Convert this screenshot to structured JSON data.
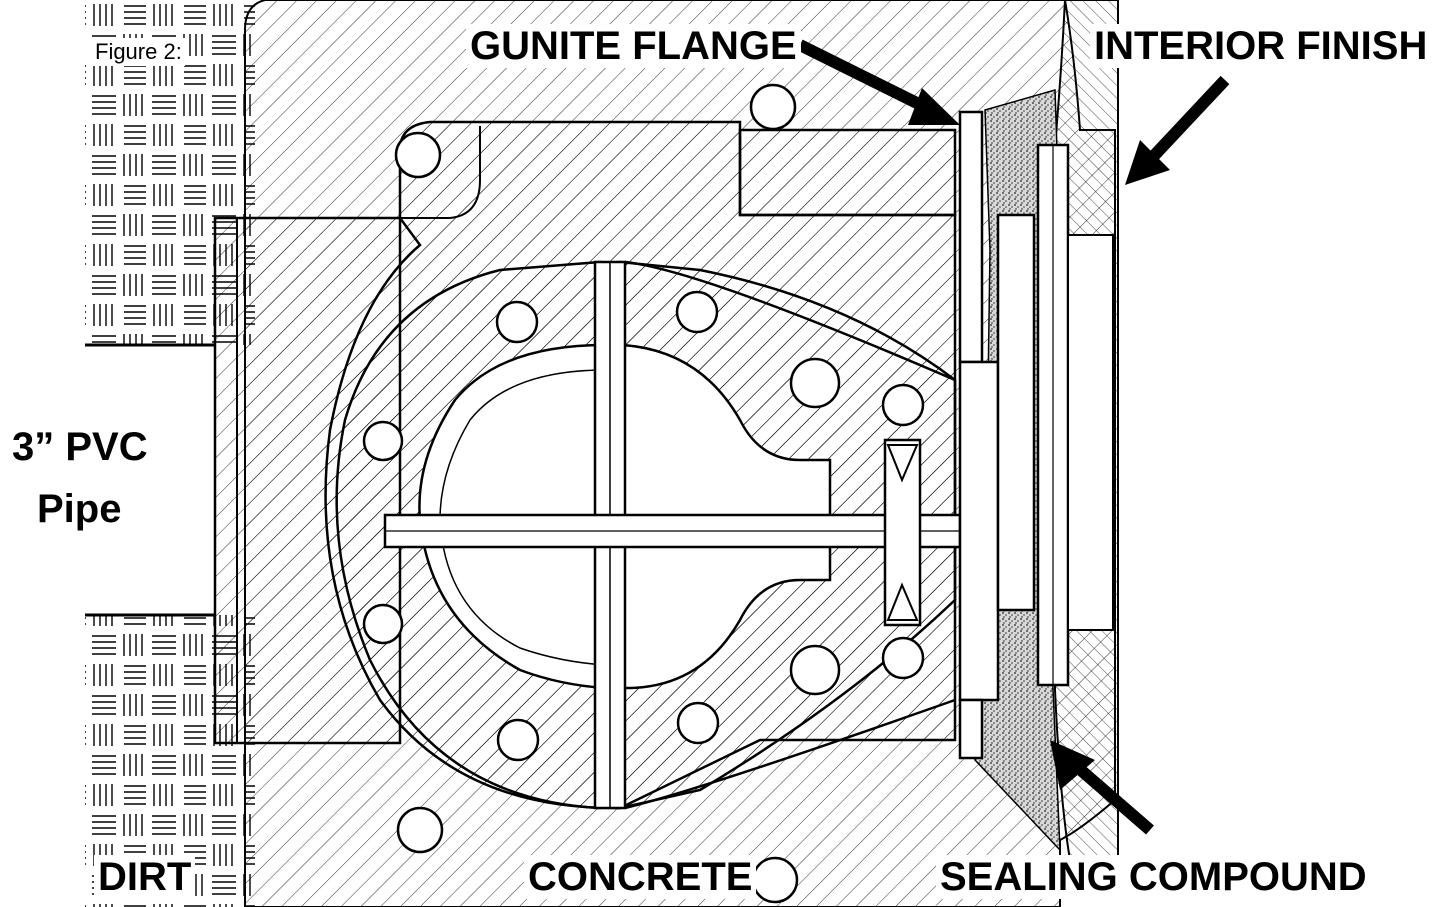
{
  "figure_caption": "Figure 2:",
  "labels": {
    "gunite_flange": "GUNITE FLANGE",
    "interior_finish": "INTERIOR FINISH",
    "pipe_line1": "3” PVC",
    "pipe_line2": "Pipe",
    "dirt": "DIRT",
    "concrete": "CONCRETE",
    "sealing_compound": "SEALING COMPOUND"
  },
  "colors": {
    "ink": "#000000",
    "paper": "#ffffff"
  }
}
